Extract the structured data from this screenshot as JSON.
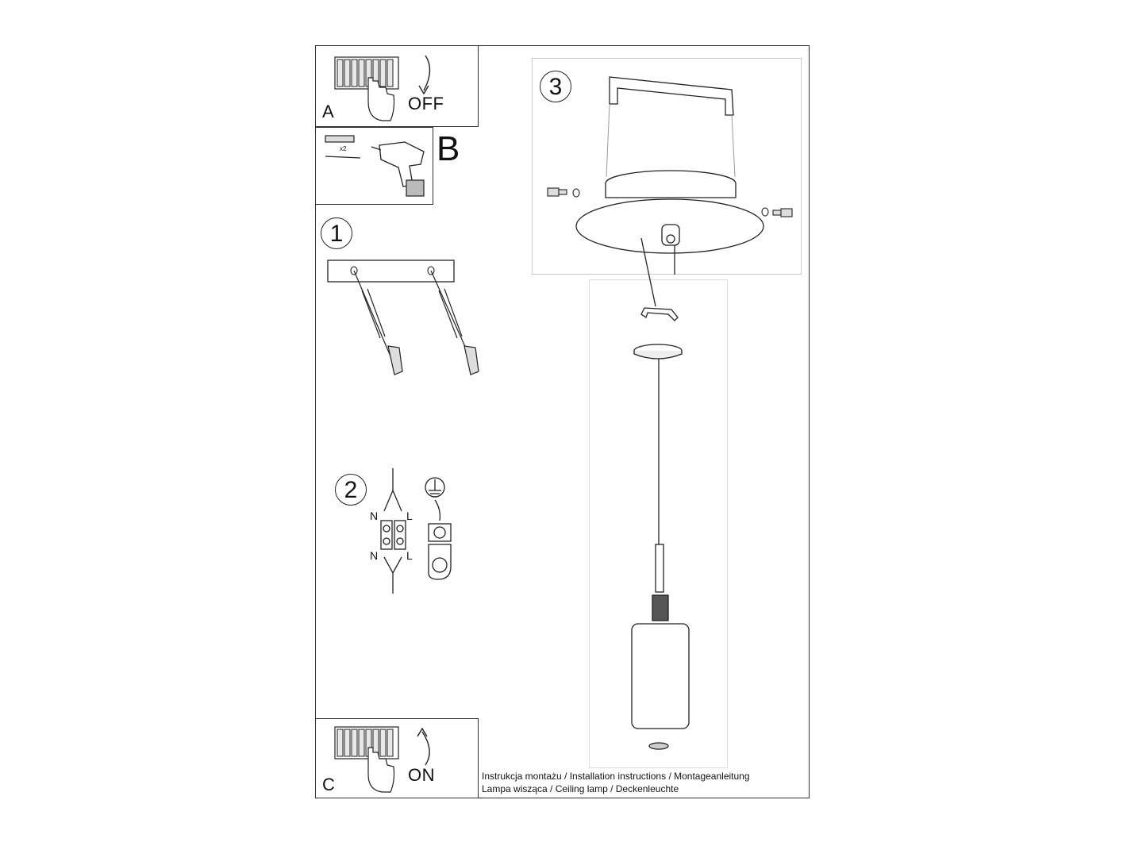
{
  "panels": {
    "a": {
      "letter": "A",
      "switch_text": "OFF",
      "icon": "circuit-breaker-off-icon"
    },
    "b": {
      "letter": "B",
      "quantity": "x2",
      "icon": "drill-icon"
    },
    "c": {
      "letter": "C",
      "switch_text": "ON",
      "icon": "circuit-breaker-on-icon"
    }
  },
  "steps": {
    "s1": {
      "number": "1"
    },
    "s2": {
      "number": "2",
      "left_top": "N",
      "right_top": "L",
      "left_bottom": "N",
      "right_bottom": "L",
      "ground_icon": "ground-symbol-icon"
    },
    "s3": {
      "number": "3"
    }
  },
  "caption": {
    "line1": "Instrukcja montażu / Installation instructions / Montageanleitung",
    "line2": "Lampa wisząca / Ceiling lamp / Deckenleuchte"
  }
}
